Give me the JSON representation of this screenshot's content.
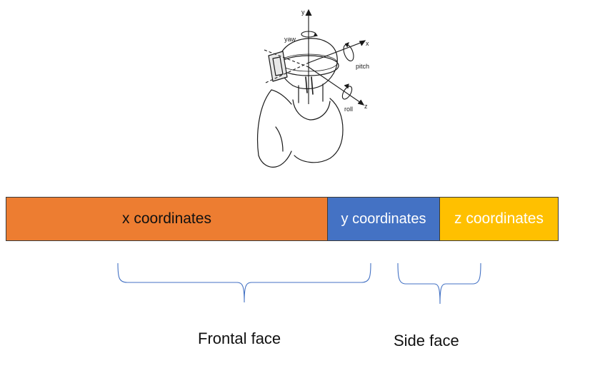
{
  "illustration": {
    "axis_labels": {
      "y": "y",
      "x": "x",
      "z": "z",
      "yaw": "yaw",
      "pitch": "pitch",
      "roll": "roll"
    }
  },
  "bar": {
    "segments": [
      {
        "label": "x coordinates",
        "color": "#ED7D31"
      },
      {
        "label": "y coordinates",
        "color": "#4472C4"
      },
      {
        "label": "z coordinates",
        "color": "#FFC000"
      }
    ],
    "border_color": "#3B3B3B"
  },
  "groups": [
    {
      "label": "Frontal face"
    },
    {
      "label": "Side face"
    }
  ],
  "brace_color": "#4472C4"
}
